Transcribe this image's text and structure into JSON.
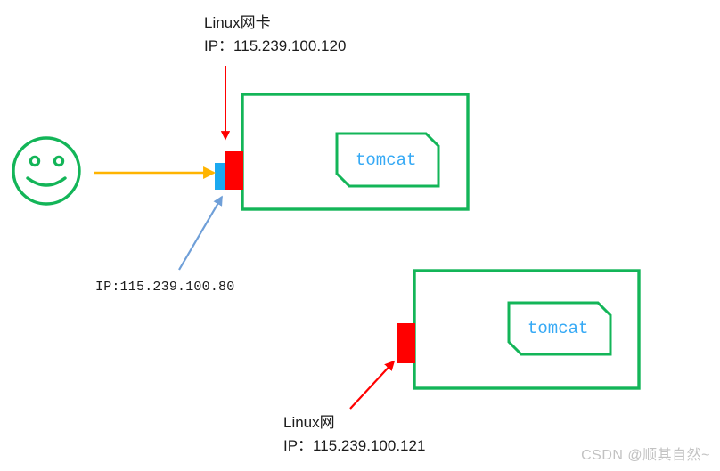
{
  "diagram": {
    "title_context": "Linux network card / tomcat server topology",
    "colors": {
      "green": "#13b558",
      "red": "#ff0000",
      "blue": "#1ba9f0",
      "tomcat_text": "#35a9f5",
      "yellow_arrow": "#ffb400",
      "blue_arrow": "#6f9fd8",
      "text": "#1c1c1c",
      "watermark": "#c2c2c2",
      "background": "#ffffff"
    },
    "labels": {
      "top_nic_title": "Linux网卡",
      "top_nic_ip": "IP：115.239.100.120",
      "middle_ip": "IP:115.239.100.80",
      "bottom_nic_title": "Linux网",
      "bottom_nic_ip": "IP：115.239.100.121"
    },
    "servers": [
      {
        "id": "server-top",
        "app_label": "tomcat"
      },
      {
        "id": "server-bottom",
        "app_label": "tomcat"
      }
    ],
    "icons": {
      "client": "smiley-face-icon",
      "nic_red": "network-card-red-icon",
      "nic_blue": "network-card-blue-icon"
    },
    "arrows": [
      {
        "name": "red-arrow-to-top-nic",
        "color": "#ff0000",
        "direction": "down"
      },
      {
        "name": "yellow-arrow-client-to-server",
        "color": "#ffb400",
        "direction": "right"
      },
      {
        "name": "blue-arrow-to-virtual-ip",
        "color": "#6f9fd8",
        "direction": "up-right"
      },
      {
        "name": "red-arrow-to-bottom-nic",
        "color": "#ff0000",
        "direction": "up-right"
      }
    ],
    "watermark": "CSDN @顺其自然~"
  }
}
